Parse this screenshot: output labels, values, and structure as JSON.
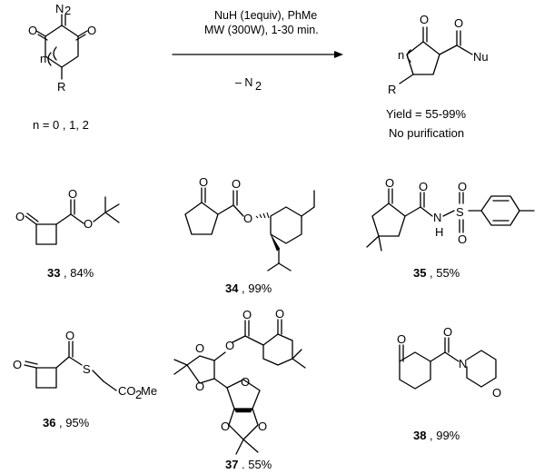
{
  "reaction": {
    "conditions_line1": "NuH (1equiv), PhMe",
    "conditions_line2": "MW (300W), 1-30 min.",
    "byproduct": "– N",
    "byproduct_sub": "2",
    "reactant_n_label": "n = 0 , 1, 2",
    "yield": "Yield = 55-99%",
    "purification": "No purification"
  },
  "atoms": {
    "O": "O",
    "N": "N",
    "N2": "N",
    "N2_sub": "2",
    "R": "R",
    "n": "n",
    "Nu": "Nu",
    "S": "S",
    "H": "H",
    "CO": "CO",
    "CO_sub": "2",
    "Me": "Me"
  },
  "compounds": [
    {
      "number": "33",
      "yield": ", 84%"
    },
    {
      "number": "34",
      "yield": ", 99%"
    },
    {
      "number": "35",
      "yield": ", 55%"
    },
    {
      "number": "36",
      "yield": ", 95%"
    },
    {
      "number": "37",
      "yield": ". 55%"
    },
    {
      "number": "38",
      "yield": ", 99%"
    }
  ]
}
